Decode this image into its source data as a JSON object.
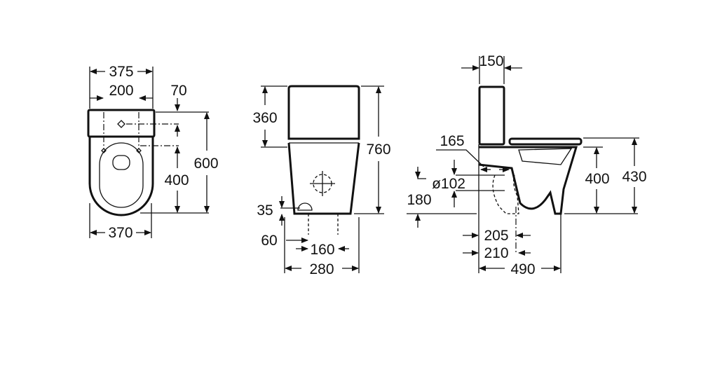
{
  "title": "Close-coupled toilet dimension drawing",
  "views": {
    "top": {
      "width_overall": "375",
      "fixing_centers": "200",
      "tank_offset": "70",
      "depth_overall": "600",
      "fixing_to_front": "400",
      "bowl_width": "370"
    },
    "front": {
      "tank_height": "360",
      "total_height": "760",
      "inlet_height": "35",
      "inlet_offset": "60",
      "floor_fixing_centers": "160",
      "base_width": "280"
    },
    "side": {
      "tank_depth": "150",
      "outlet_depth": "165",
      "outlet_diameter": "ø102",
      "outlet_height": "180",
      "rim_height": "400",
      "seat_height": "430",
      "outlet_to_wall_min": "205",
      "outlet_to_wall_max": "210",
      "total_depth": "490"
    }
  },
  "colors": {
    "line": "#111111",
    "background": "#ffffff"
  }
}
